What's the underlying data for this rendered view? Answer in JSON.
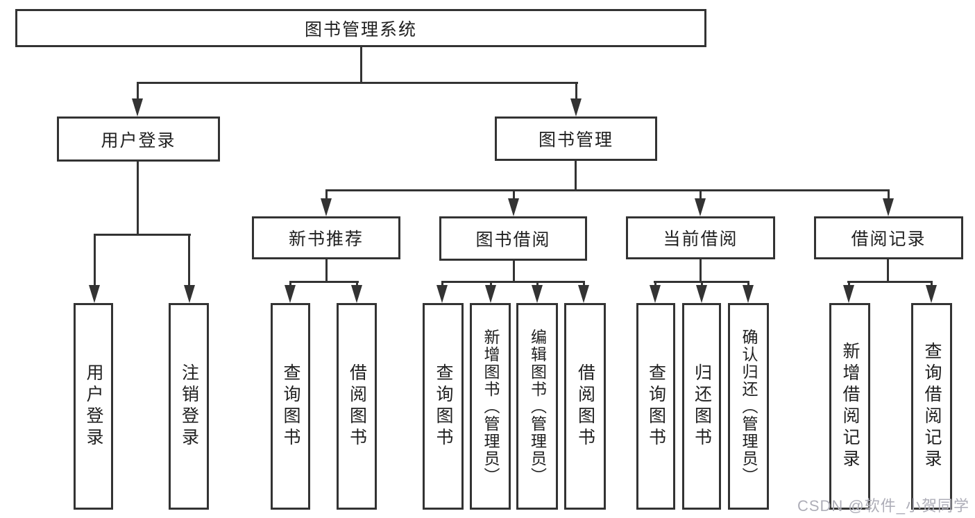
{
  "diagram": {
    "root": {
      "label": "图书管理系统"
    },
    "level2": [
      {
        "label": "用户登录"
      },
      {
        "label": "图书管理"
      }
    ],
    "level3": [
      {
        "label": "新书推荐",
        "parent": "图书管理"
      },
      {
        "label": "图书借阅",
        "parent": "图书管理"
      },
      {
        "label": "当前借阅",
        "parent": "图书管理"
      },
      {
        "label": "借阅记录",
        "parent": "图书管理"
      }
    ],
    "leaves": [
      {
        "label": "用户登录",
        "parent": "用户登录"
      },
      {
        "label": "注销登录",
        "parent": "用户登录"
      },
      {
        "label": "查询图书",
        "parent": "新书推荐"
      },
      {
        "label": "借阅图书",
        "parent": "新书推荐"
      },
      {
        "label": "查询图书",
        "parent": "图书借阅"
      },
      {
        "label": "新增图书（管理员）",
        "parent": "图书借阅"
      },
      {
        "label": "编辑图书（管理员）",
        "parent": "图书借阅"
      },
      {
        "label": "借阅图书",
        "parent": "图书借阅"
      },
      {
        "label": "查询图书",
        "parent": "当前借阅"
      },
      {
        "label": "归还图书",
        "parent": "当前借阅"
      },
      {
        "label": "确认归还（管理员）",
        "parent": "当前借阅"
      },
      {
        "label": "新增借阅记录",
        "parent": "借阅记录"
      },
      {
        "label": "查询借阅记录",
        "parent": "借阅记录"
      }
    ]
  },
  "watermark": {
    "text": "CSDN @软件_小贺同学"
  },
  "colors": {
    "line": "#333333",
    "box_background": "#ffffff",
    "text": "#1f1f1f",
    "watermark": "#aeaeb8",
    "page_background": "#ffffff"
  }
}
